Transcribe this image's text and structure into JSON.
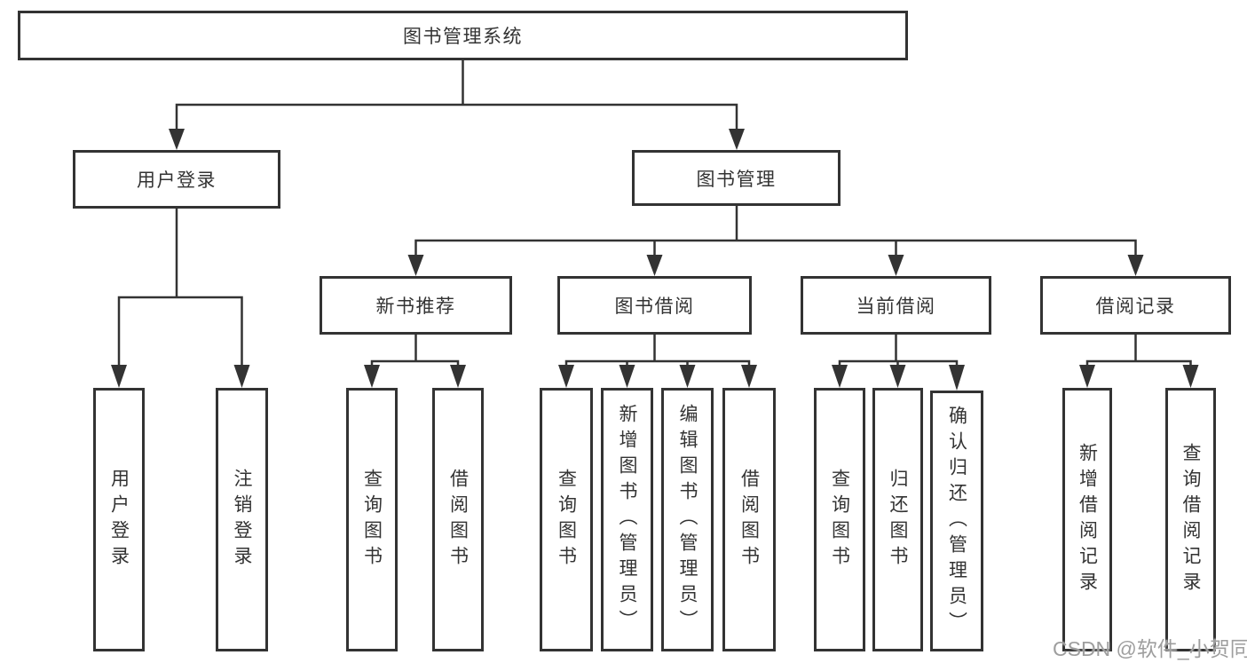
{
  "tree": {
    "label": "图书管理系统",
    "children": [
      {
        "label": "用户登录",
        "children": [
          {
            "label": "用户登录"
          },
          {
            "label": "注销登录"
          }
        ]
      },
      {
        "label": "图书管理",
        "children": [
          {
            "label": "新书推荐",
            "children": [
              {
                "label": "查询图书"
              },
              {
                "label": "借阅图书"
              }
            ]
          },
          {
            "label": "图书借阅",
            "children": [
              {
                "label": "查询图书"
              },
              {
                "label": "新增图书（管理员）"
              },
              {
                "label": "编辑图书（管理员）"
              },
              {
                "label": "借阅图书"
              }
            ]
          },
          {
            "label": "当前借阅",
            "children": [
              {
                "label": "查询图书"
              },
              {
                "label": "归还图书"
              },
              {
                "label": "确认归还（管理员）"
              }
            ]
          },
          {
            "label": "借阅记录",
            "children": [
              {
                "label": "新增借阅记录"
              },
              {
                "label": "查询借阅记录"
              }
            ]
          }
        ]
      }
    ]
  },
  "watermark": {
    "text": "CSDN @软件_小贺同学"
  },
  "colors": {
    "line": "#333333",
    "box_border": "#333333",
    "box_background": "#ffffff",
    "text": "#333333",
    "watermark": "#9e9e9e"
  }
}
